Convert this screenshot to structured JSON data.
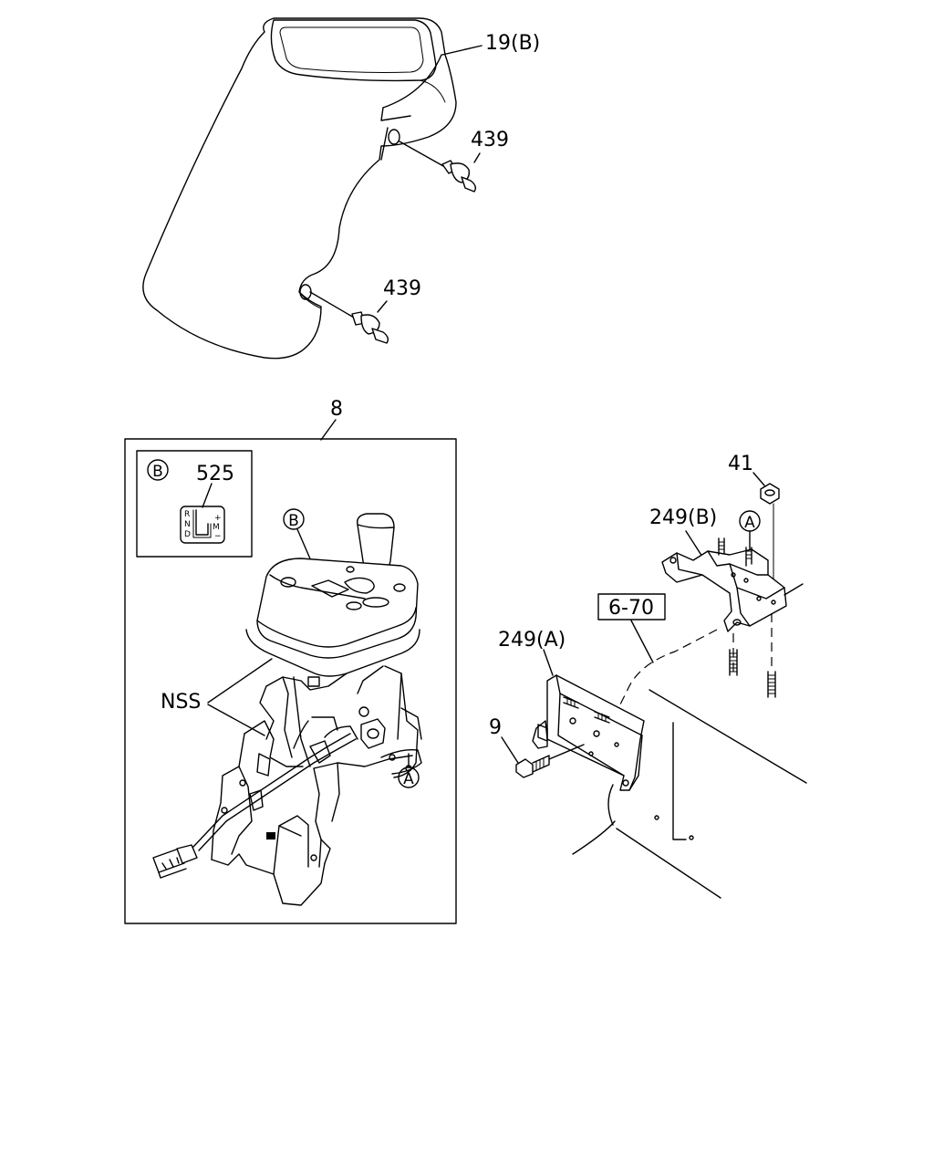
{
  "callouts": {
    "part_19b": "19(B)",
    "part_439_upper": "439",
    "part_439_lower": "439",
    "part_8": "8",
    "part_525": "525",
    "ref_b_inset": "B",
    "ref_b_knob": "B",
    "nss": "NSS",
    "ref_a_lower": "A",
    "part_41": "41",
    "part_249b": "249(B)",
    "ref_a_upper": "A",
    "ref_6_70": "6-70",
    "part_249a": "249(A)",
    "part_9": "9"
  },
  "indicator_label": {
    "gears": [
      "R",
      "N",
      "D"
    ],
    "plus": "+",
    "m": "M",
    "minus": "−"
  }
}
